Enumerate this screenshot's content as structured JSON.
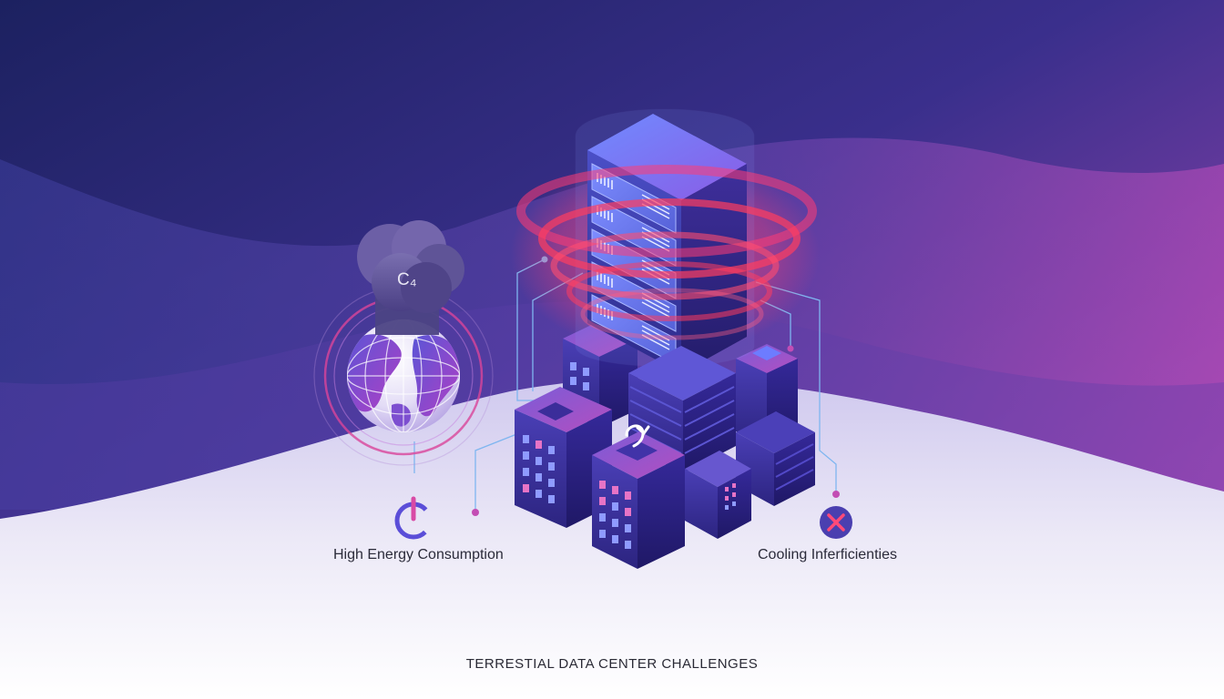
{
  "illustration": {
    "caption": "TERRESTIAL DATA CENTER CHALLENGES",
    "gas_label": "C₄",
    "callouts": [
      {
        "label": "High Energy Consumption",
        "icon": "power-icon"
      },
      {
        "label": "Cooling Inferficienties",
        "icon": "close-x-icon"
      }
    ],
    "colors": {
      "bg_top": "#1f2466",
      "bg_right": "#c44fbf",
      "heat_red": "#ff3d5f",
      "panel_blue": "#6e7bff",
      "building_dark": "#2f2782"
    }
  }
}
